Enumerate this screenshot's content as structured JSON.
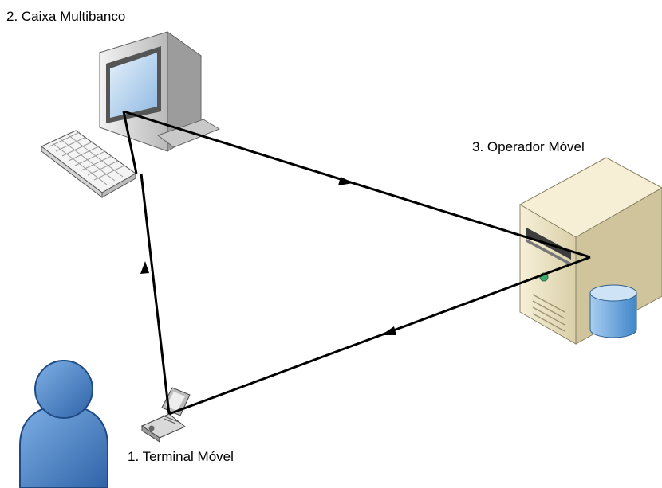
{
  "nodes": {
    "atm": {
      "label": "2. Caixa Multibanco",
      "icon": "computer-workstation-icon"
    },
    "operator": {
      "label": "3. Operador Móvel",
      "icon": "server-database-icon"
    },
    "terminal": {
      "label": "1. Terminal Móvel",
      "icon": "mobile-phone-icon"
    },
    "user": {
      "icon": "user-person-icon"
    }
  },
  "edges": [
    {
      "from": "terminal",
      "to": "atm"
    },
    {
      "from": "atm",
      "to": "operator"
    },
    {
      "from": "operator",
      "to": "terminal"
    }
  ],
  "colors": {
    "arrow": "#000000",
    "person": "#4a86c8",
    "screen": "#bcd6ee",
    "server_body": "#efe6c8",
    "database": "#5d9fd6"
  }
}
